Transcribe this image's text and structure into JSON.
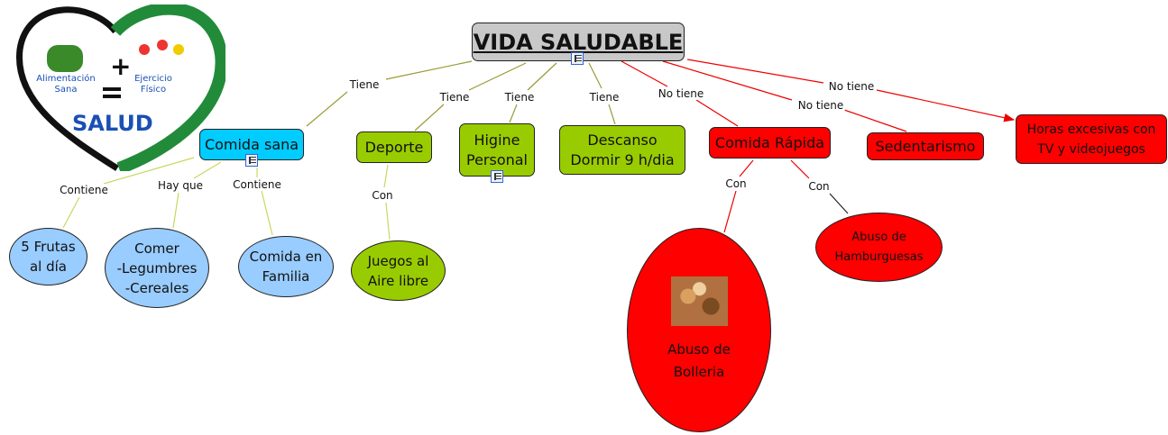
{
  "logo": {
    "text_left": "Alimentación Sana",
    "text_right": "Ejercicio Físico",
    "text_bottom": "SALUD",
    "colors": {
      "green": "#228b3a",
      "black": "#111111",
      "blue": "#1a4fb5"
    }
  },
  "root": {
    "label": "VIDA SALUDABLE"
  },
  "concepts": {
    "comida_sana": "Comida sana",
    "deporte": "Deporte",
    "higiene": "Higine\nPersonal",
    "descanso": "Descanso\nDormir 9 h/dia",
    "comida_rapida": "Comida Rápida",
    "sedentarismo": "Sedentarismo",
    "horas": "Horas excesivas con\nTV y videojuegos",
    "frutas": "5 Frutas\nal día",
    "comer": "Comer\n-Legumbres\n-Cereales",
    "familia": "Comida en\nFamilia",
    "juegos": "Juegos al\nAire libre",
    "bolleria": "Abuso de\nBolleria",
    "hamburguesas": "Abuso de\nHamburguesas"
  },
  "links": {
    "tiene": "Tiene",
    "no_tiene": "No tiene",
    "contiene": "Contiene",
    "hay_que": "Hay que",
    "con": "Con"
  },
  "colors": {
    "green": "#99cc00",
    "red": "#ff0000",
    "cyan": "#00ccff",
    "light_blue": "#99ccff",
    "olive_line": "#999933",
    "red_line": "#ff0000"
  }
}
